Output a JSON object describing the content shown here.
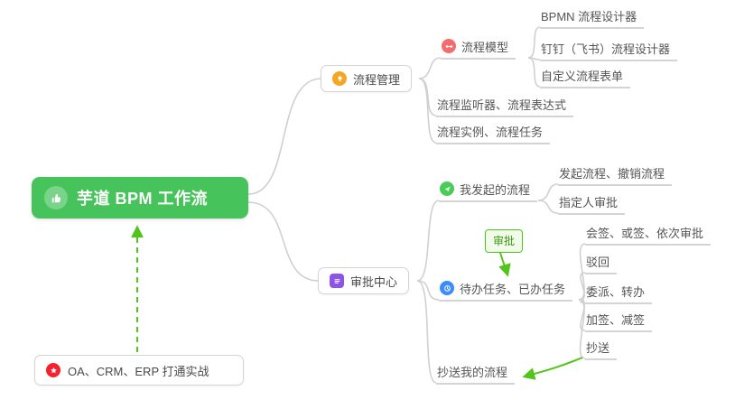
{
  "root": {
    "label": "芋道 BPM 工作流"
  },
  "badge": {
    "label": "审批"
  },
  "bottom_note": {
    "label": "OA、CRM、ERP 打通实战"
  },
  "branches": {
    "process_mgmt": {
      "label": "流程管理",
      "children": {
        "process_model": {
          "label": "流程模型",
          "children": {
            "bpmn": {
              "label": "BPMN 流程设计器"
            },
            "dingtalk": {
              "label": "钉钉（飞书）流程设计器"
            },
            "custom_form": {
              "label": "自定义流程表单"
            }
          }
        },
        "listener": {
          "label": "流程监听器、流程表达式"
        },
        "instance": {
          "label": "流程实例、流程任务"
        }
      }
    },
    "approval_center": {
      "label": "审批中心",
      "children": {
        "my_initiated": {
          "label": "我发起的流程",
          "children": {
            "initiate": {
              "label": "发起流程、撤销流程"
            },
            "assignee": {
              "label": "指定人审批"
            }
          }
        },
        "tasks": {
          "label": "待办任务、已办任务",
          "children": {
            "countersign": {
              "label": "会签、或签、依次审批"
            },
            "reject": {
              "label": "驳回"
            },
            "delegate": {
              "label": "委派、转办"
            },
            "add_sign": {
              "label": "加签、减签"
            },
            "cc": {
              "label": "抄送"
            }
          }
        },
        "cc_me": {
          "label": "抄送我的流程"
        }
      }
    }
  },
  "icons": {
    "root": "thumbs-up",
    "process_mgmt": "lightbulb",
    "process_model": "flow-link",
    "my_initiated": "send-plane",
    "tasks": "clock",
    "approval_center": "checklist",
    "bottom_note": "star"
  },
  "colors": {
    "root_green": "#46c35b",
    "arrow_green": "#52c41a",
    "line_gray": "#d4d4d4",
    "icon_orange": "#f5a623",
    "icon_red": "#f56c6c",
    "icon_green": "#49cc57",
    "icon_blue": "#3d8bfd",
    "icon_purple": "#8e54e9",
    "icon_star_red": "#f5222d"
  }
}
